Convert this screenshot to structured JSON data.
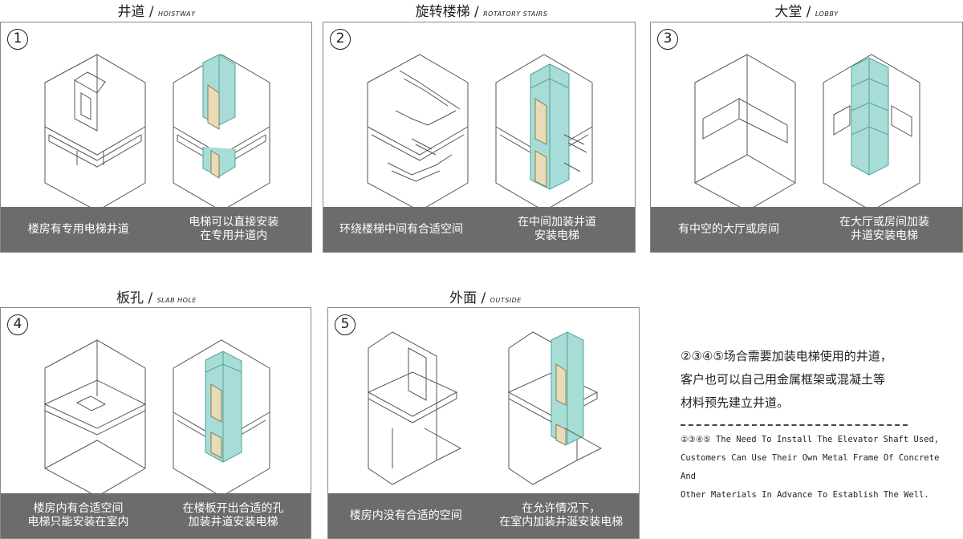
{
  "panels": [
    {
      "num": "1",
      "title_zh": "井道",
      "title_sep": "/",
      "title_en": "HOISTWAY",
      "captions": [
        "楼房有专用电梯井道",
        "电梯可以直接安装\n在专用井道内"
      ]
    },
    {
      "num": "2",
      "title_zh": "旋转楼梯",
      "title_sep": "/",
      "title_en": "ROTATORY STAIRS",
      "captions": [
        "环绕楼梯中间有合适空间",
        "在中间加装井道\n安装电梯"
      ]
    },
    {
      "num": "3",
      "title_zh": "大堂",
      "title_sep": "/",
      "title_en": "LOBBY",
      "captions": [
        "有中空的大厅或房间",
        "在大厅或房间加装\n井道安装电梯"
      ]
    },
    {
      "num": "4",
      "title_zh": "板孔",
      "title_sep": "/",
      "title_en": "SLAB HOLE",
      "captions": [
        "楼房内有合适空间\n电梯只能安装在室内",
        "在楼板开出合适的孔\n加装井道安装电梯"
      ]
    },
    {
      "num": "5",
      "title_zh": "外面",
      "title_sep": "/",
      "title_en": "OUTSIDE",
      "captions": [
        "楼房内没有合适的空间",
        "在允许情况下，\n在室内加装井涎安装电梯"
      ]
    }
  ],
  "note": {
    "zh_lines": [
      "②③④⑤场合需要加装电梯使用的井道，",
      "客户也可以自己用金属框架或混凝土等",
      "材料预先建立井道。"
    ],
    "en_lines": [
      "②③④⑤ The  Need To Install The Elevator Shaft Used,",
      "Customers Can Use Their Own Metal Frame Of Concrete And",
      "Other Materials In Advance To Establish The Well."
    ]
  },
  "colors": {
    "caption_bg": "#6d6c6a",
    "shaft_glass": "#a8dcd6",
    "shaft_edge": "#4fa39b",
    "door": "#e8dcb8"
  }
}
